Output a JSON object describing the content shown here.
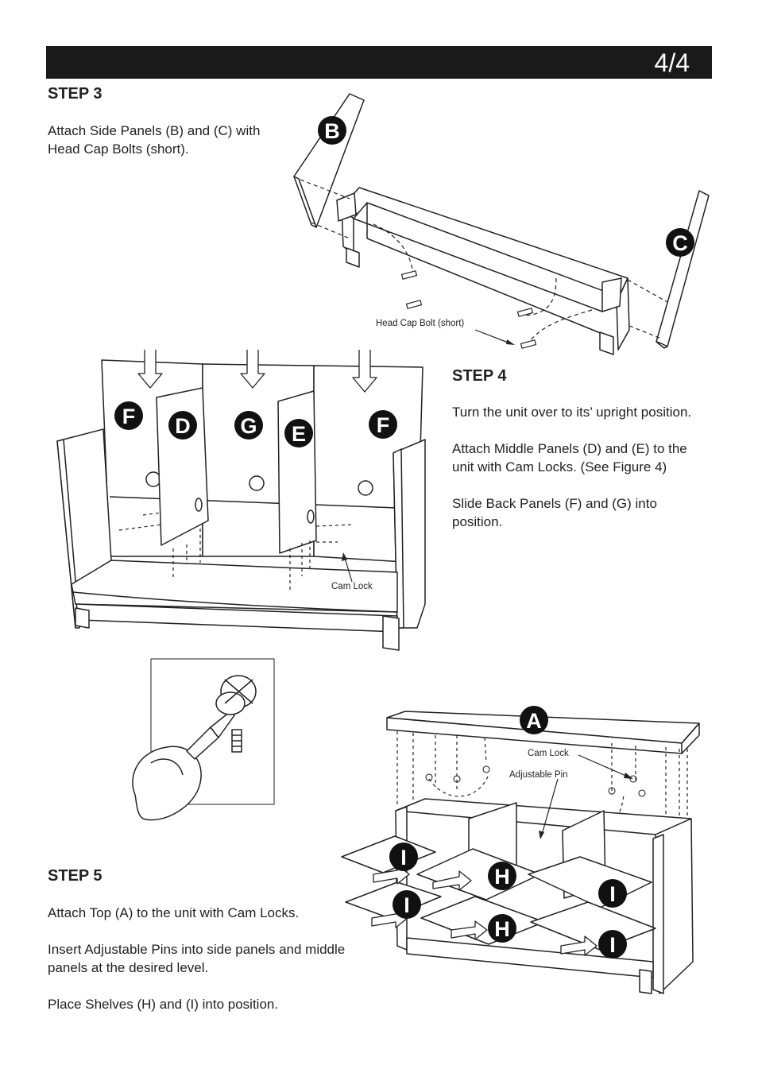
{
  "header": {
    "page": "4/4"
  },
  "step3": {
    "title": "STEP 3",
    "text": "Attach Side Panels (B) and (C) with Head Cap Bolts (short).",
    "callout": "Head Cap Bolt (short)",
    "labels": [
      "B",
      "C"
    ]
  },
  "step4": {
    "title": "STEP 4",
    "paragraphs": [
      "Turn the unit over to its’ upright position.",
      "Attach Middle Panels (D) and (E) to the unit with Cam Locks. (See Figure 4)",
      "Slide Back Panels (F) and (G) into position."
    ],
    "callout": "Cam Lock",
    "labels": [
      "F",
      "D",
      "G",
      "E",
      "F"
    ]
  },
  "step5": {
    "title": "STEP 5",
    "paragraphs": [
      "Attach Top (A) to the unit with Cam Locks.",
      "Insert Adjustable Pins into side panels and middle panels at the desired level.",
      "Place Shelves (H) and (I) into position."
    ],
    "callouts": {
      "cam_lock": "Cam Lock",
      "adjustable_pin": "Adjustable Pin"
    },
    "labels": [
      "A",
      "I",
      "H",
      "I",
      "I",
      "H",
      "I"
    ]
  },
  "colors": {
    "header": "#1a1a1a",
    "label_circle": "#111111",
    "line": "#222222"
  }
}
